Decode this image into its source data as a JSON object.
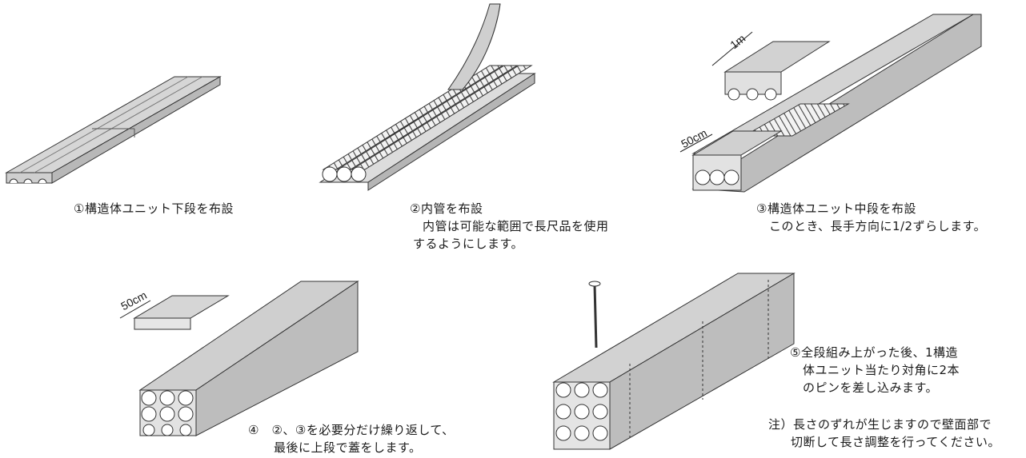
{
  "steps": [
    {
      "lines": [
        "①構造体ユニット下段を布設"
      ]
    },
    {
      "lines": [
        "②内管を布設",
        "内管は可能な範囲で長尺品を使用",
        "するようにします。"
      ]
    },
    {
      "lines": [
        "③構造体ユニット中段を布設",
        "このとき、長手方向に1/2ずらします。"
      ]
    },
    {
      "lines": [
        "④　②、③を必要分だけ繰り返して、",
        "最後に上段で蓋をします。"
      ]
    },
    {
      "lines": [
        "⑤全段組み上がった後、1構造",
        "体ユニット当たり対角に2本",
        "のピンを差し込みます。"
      ]
    }
  ],
  "note": {
    "lines": [
      "注）長さのずれが生じますので壁面部で",
      "切断して長さ調整を行ってください。"
    ]
  },
  "dimensions": {
    "one_meter": "1m",
    "fifty_cm_a": "50cm",
    "fifty_cm_b": "50cm"
  }
}
